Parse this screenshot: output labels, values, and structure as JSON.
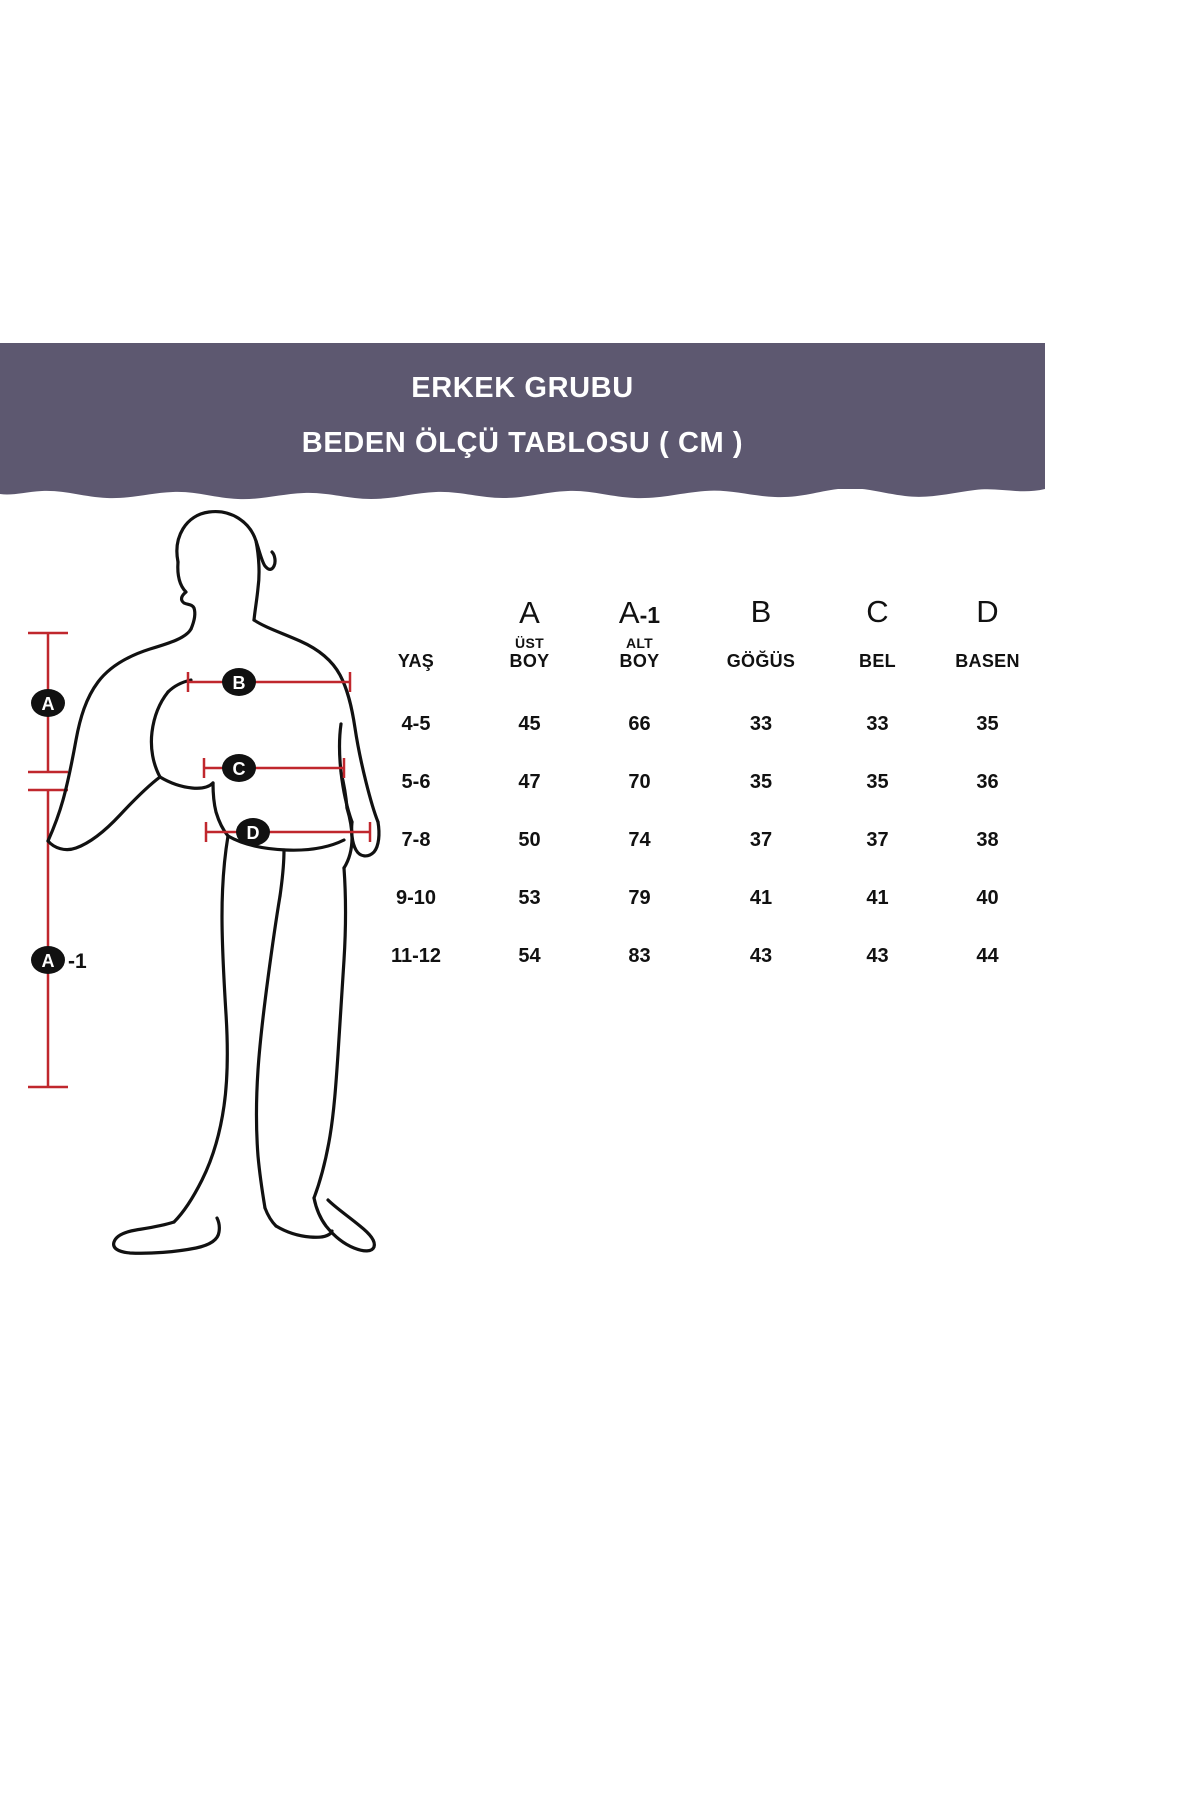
{
  "header": {
    "title": "ERKEK GRUBU",
    "subtitle": "BEDEN ÖLÇÜ TABLOSU ( CM )",
    "band_color": "#5d5870",
    "text_color": "#ffffff"
  },
  "figure": {
    "outline_color": "#111111",
    "measure_color": "#c0272d",
    "badge_color": "#111111",
    "badge_text_color": "#ffffff",
    "markers": {
      "height_upper": "A",
      "height_lower": "A",
      "height_lower_suffix": "-1",
      "chest": "B",
      "waist": "C",
      "hip": "D"
    }
  },
  "table": {
    "columns": [
      {
        "letter": "",
        "suffix": "",
        "small": "",
        "word": "YAŞ"
      },
      {
        "letter": "A",
        "suffix": "",
        "small": "ÜST",
        "word": "BOY"
      },
      {
        "letter": "A",
        "suffix": "-1",
        "small": "ALT",
        "word": "BOY"
      },
      {
        "letter": "B",
        "suffix": "",
        "small": "",
        "word": "GÖĞÜS"
      },
      {
        "letter": "C",
        "suffix": "",
        "small": "",
        "word": "BEL"
      },
      {
        "letter": "D",
        "suffix": "",
        "small": "",
        "word": "BASEN"
      }
    ],
    "rows": [
      {
        "age": "4-5",
        "ust_boy": "45",
        "alt_boy": "66",
        "gogus": "33",
        "bel": "33",
        "basen": "35"
      },
      {
        "age": "5-6",
        "ust_boy": "47",
        "alt_boy": "70",
        "gogus": "35",
        "bel": "35",
        "basen": "36"
      },
      {
        "age": "7-8",
        "ust_boy": "50",
        "alt_boy": "74",
        "gogus": "37",
        "bel": "37",
        "basen": "38"
      },
      {
        "age": "9-10",
        "ust_boy": "53",
        "alt_boy": "79",
        "gogus": "41",
        "bel": "41",
        "basen": "40"
      },
      {
        "age": "11-12",
        "ust_boy": "54",
        "alt_boy": "83",
        "gogus": "43",
        "bel": "43",
        "basen": "44"
      }
    ]
  }
}
